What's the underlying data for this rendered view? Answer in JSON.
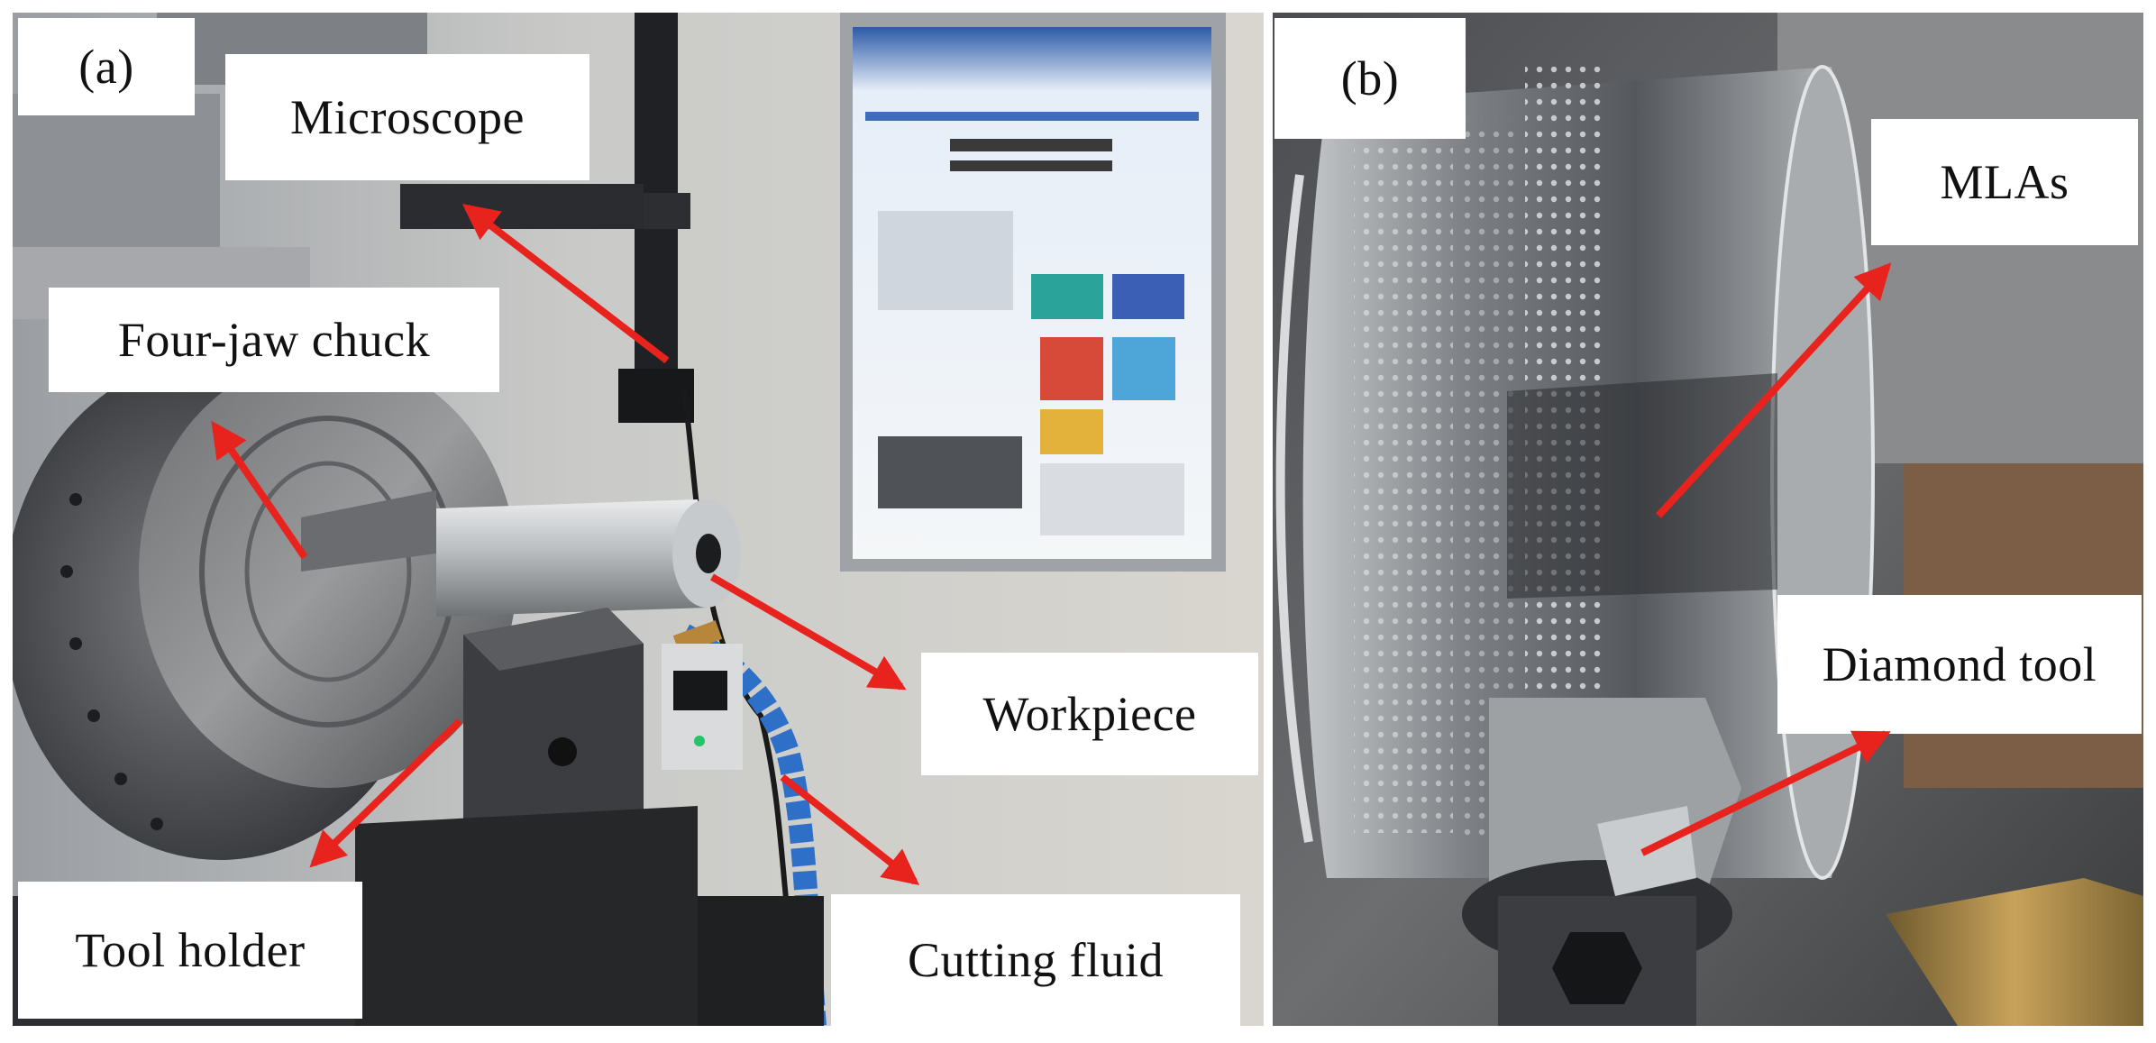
{
  "panels": {
    "a": {
      "letter": "(a)"
    },
    "b": {
      "letter": "(b)"
    }
  },
  "labels": {
    "microscope": "Microscope",
    "four_jaw_chuck": "Four-jaw chuck",
    "workpiece": "Workpiece",
    "tool_holder": "Tool holder",
    "cutting_fluid": "Cutting fluid",
    "mlas": "MLAs",
    "diamond_tool": "Diamond tool"
  },
  "colors": {
    "arrow": "#e8231d",
    "label_bg": "#ffffff",
    "label_text": "#111111"
  }
}
